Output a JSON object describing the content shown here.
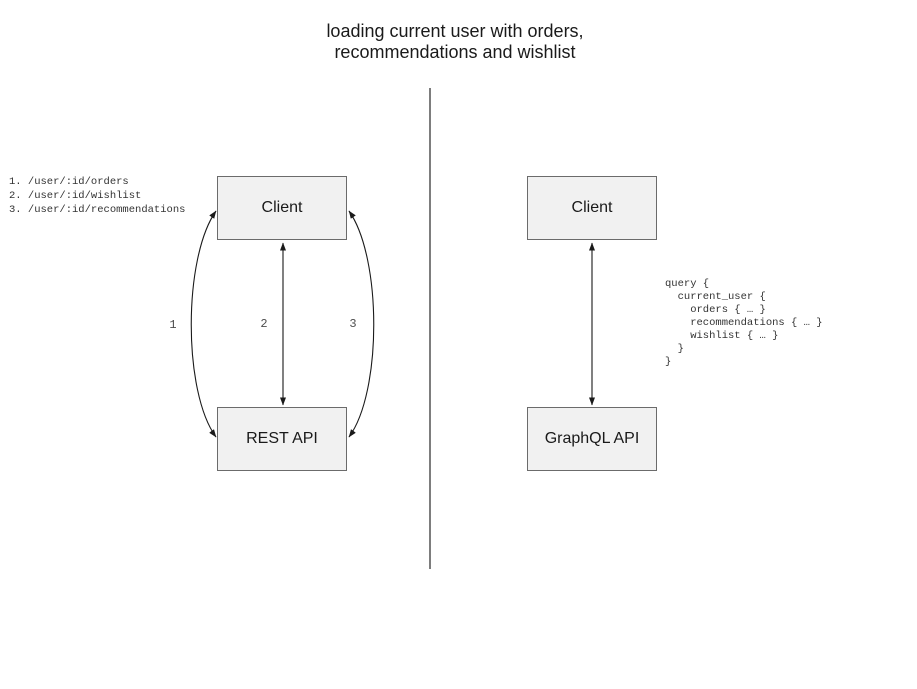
{
  "title": "loading current user with orders,\nrecommendations and wishlist",
  "colors": {
    "background": "#ffffff",
    "box_fill": "#f1f1f1",
    "box_border": "#6b6b6b",
    "arrow": "#1a1a1a",
    "divider": "#7d7d7d",
    "mono_text": "#333333",
    "edge_label_text": "#4d4d4d"
  },
  "rest_panel": {
    "endpoints": "1. /user/:id/orders\n2. /user/:id/wishlist\n3. /user/:id/recommendations",
    "client_label": "Client",
    "api_label": "REST API",
    "arrow_labels": [
      "1",
      "2",
      "3"
    ]
  },
  "graphql_panel": {
    "client_label": "Client",
    "api_label": "GraphQL API",
    "query": "query {\n  current_user {\n    orders { … }\n    recommendations { … }\n    wishlist { … }\n  }\n}"
  }
}
